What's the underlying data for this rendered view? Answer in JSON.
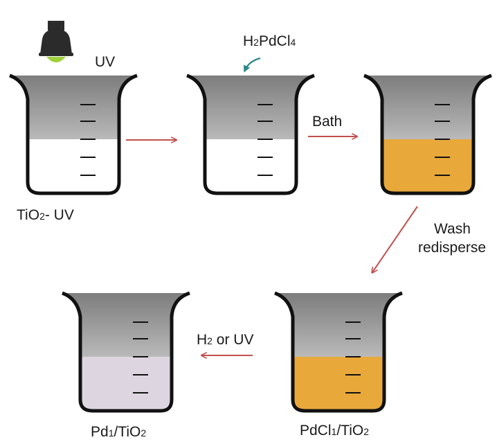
{
  "colors": {
    "arrow": "#c0504d",
    "curved_arrow": "#2a8a8a",
    "liquid_white": "#ffffff",
    "liquid_orange": "#e8a93a",
    "liquid_lilac": "#ddd6e1",
    "glass_top": "#7d7d7d",
    "glass_bottom": "#ececec",
    "outline": "#111111",
    "lamp": "#2b2b2b",
    "lamp_glow": "#9ed13a"
  },
  "icons": {
    "lamp": "uv-lamp-icon",
    "beaker": "beaker-icon",
    "arrow": "arrow-icon"
  },
  "beakers": [
    {
      "id": "tio2-uv",
      "liquid": "liquid_white"
    },
    {
      "id": "h2pdcl4",
      "liquid": "liquid_white"
    },
    {
      "id": "bath",
      "liquid": "liquid_orange"
    },
    {
      "id": "pdcl1",
      "liquid": "liquid_orange"
    },
    {
      "id": "pd1",
      "liquid": "liquid_lilac"
    }
  ],
  "labels": {
    "uv": "UV",
    "tio2_main": "TiO",
    "tio2_sub": "2",
    "tio2_tail": "- UV",
    "h2pdcl4_a": "H",
    "h2pdcl4_sub1": "2",
    "h2pdcl4_b": "PdCl",
    "h2pdcl4_sub2": "4",
    "bath": "Bath",
    "wash": "Wash",
    "redisperse": "redisperse",
    "h2_main": "H",
    "h2_sub": "2",
    "h2_tail": " or UV",
    "pdcl1_a": "PdCl",
    "pdcl1_sub1": "1",
    "pdcl1_b": "/TiO",
    "pdcl1_sub2": "2",
    "pd1_a": "Pd",
    "pd1_sub1": "1",
    "pd1_b": "/TiO",
    "pd1_sub2": "2"
  }
}
